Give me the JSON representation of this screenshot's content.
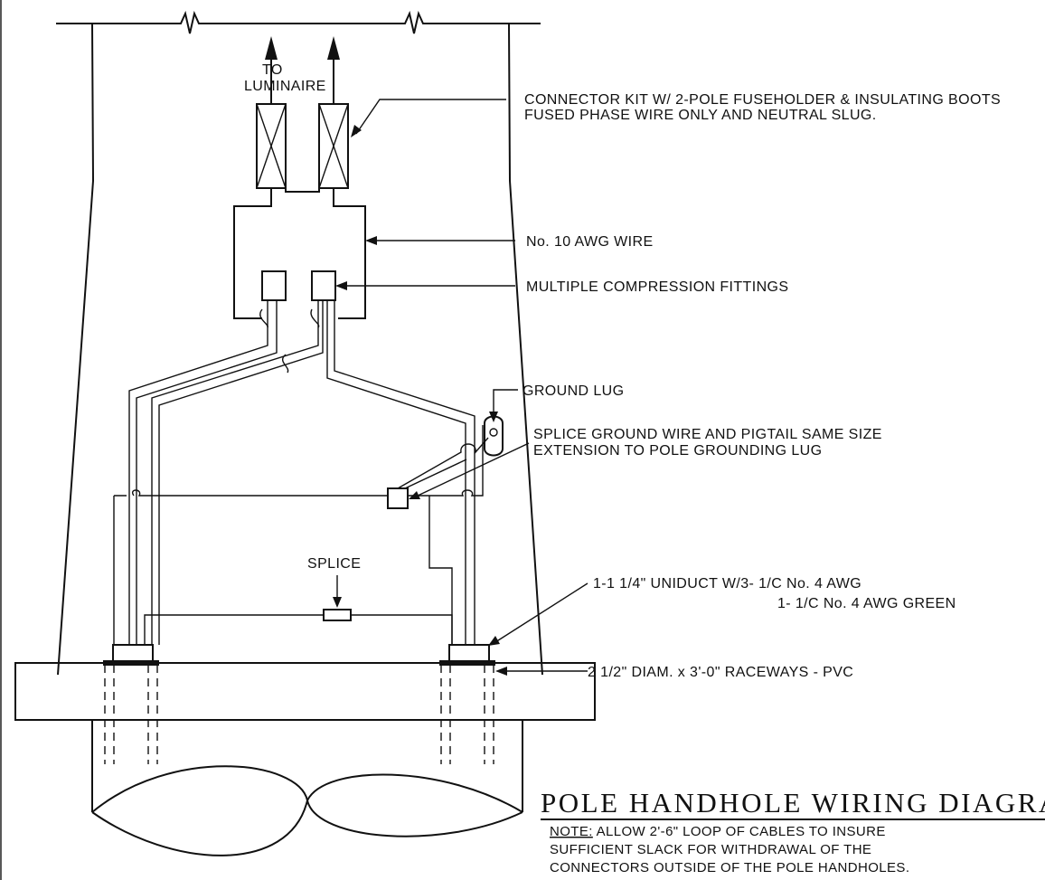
{
  "labels": {
    "to_luminaire_1": "TO",
    "to_luminaire_2": "LUMINAIRE",
    "connector_kit_1": "CONNECTOR KIT W/ 2-POLE FUSEHOLDER & INSULATING BOOTS",
    "connector_kit_2": "FUSED PHASE WIRE ONLY AND NEUTRAL SLUG.",
    "wire": "No. 10 AWG WIRE",
    "fittings": "MULTIPLE COMPRESSION FITTINGS",
    "ground_lug": "GROUND LUG",
    "splice_ground_1": "SPLICE GROUND WIRE AND PIGTAIL SAME SIZE",
    "splice_ground_2": "EXTENSION TO POLE GROUNDING LUG",
    "splice": "SPLICE",
    "uniduct_1": "1-1 1/4\" UNIDUCT W/3- 1/C No. 4 AWG",
    "uniduct_2": "1- 1/C No. 4 AWG GREEN",
    "raceways": "2 1/2\" DIAM. x 3'-0\" RACEWAYS - PVC"
  },
  "title": "POLE  HANDHOLE  WIRING  DIAGRA",
  "note": {
    "prefix": "NOTE:",
    "line1": " ALLOW 2'-6\" LOOP OF CABLES TO INSURE",
    "line2": "SUFFICIENT SLACK FOR WITHDRAWAL OF THE",
    "line3": "CONNECTORS OUTSIDE OF THE POLE HANDHOLES."
  }
}
